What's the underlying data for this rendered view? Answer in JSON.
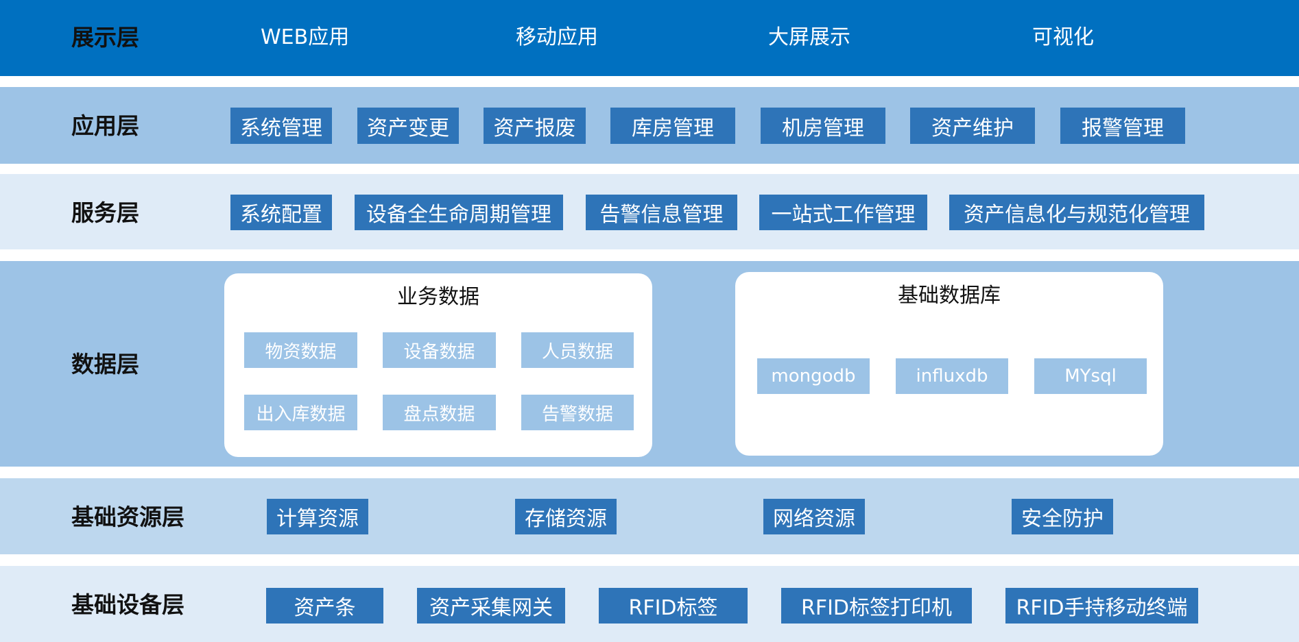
{
  "colors": {
    "presentation_band": "#0070c0",
    "application_band": "#9dc3e6",
    "service_band": "#dfebf7",
    "data_band": "#9dc3e6",
    "resource_band": "#bdd7ee",
    "device_band": "#dfebf7",
    "box": "#2e74b8",
    "chip": "#9cc3e6"
  },
  "presentation": {
    "title": "展示层",
    "items": [
      "WEB应用",
      "移动应用",
      "大屏展示",
      "可视化"
    ]
  },
  "application": {
    "title": "应用层",
    "items": [
      "系统管理",
      "资产变更",
      "资产报废",
      "库房管理",
      "机房管理",
      "资产维护",
      "报警管理"
    ]
  },
  "service": {
    "title": "服务层",
    "items": [
      "系统配置",
      "设备全生命周期管理",
      "告警信息管理",
      "一站式工作管理",
      "资产信息化与规范化管理"
    ]
  },
  "data_layer": {
    "title": "数据层",
    "business": {
      "title": "业务数据",
      "items": [
        "物资数据",
        "设备数据",
        "人员数据",
        "出入库数据",
        "盘点数据",
        "告警数据"
      ]
    },
    "database": {
      "title": "基础数据库",
      "items": [
        "mongodb",
        "influxdb",
        "MYsql"
      ]
    }
  },
  "resource": {
    "title": "基础资源层",
    "items": [
      "计算资源",
      "存储资源",
      "网络资源",
      "安全防护"
    ]
  },
  "device": {
    "title": "基础设备层",
    "items": [
      "资产条",
      "资产采集网关",
      "RFID标签",
      "RFID标签打印机",
      "RFID手持移动终端"
    ]
  }
}
